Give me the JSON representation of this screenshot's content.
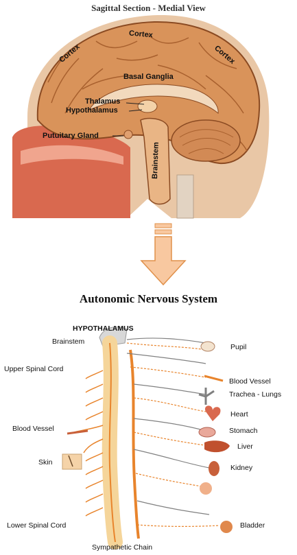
{
  "top_title": "Sagittal Section - Medial View",
  "brain_labels": {
    "cortex_left": "Cortex",
    "cortex_top": "Cortex",
    "cortex_right": "Cortex",
    "basal_ganglia": "Basal Ganglia",
    "thalamus": "Thalamus",
    "hypothalamus": "Hypothalamus",
    "pituitary": "Putuitary Gland",
    "brainstem": "Brainstem"
  },
  "section_title": "Autonomic Nervous System",
  "ans_labels": {
    "hypothalamus": "HYPOTHALAMUS",
    "brainstem": "Brainstem",
    "upper_spinal_cord": "Upper Spinal Cord",
    "blood_vessel_left": "Blood Vessel",
    "skin": "Skin",
    "lower_spinal_cord": "Lower Spinal Cord",
    "sympathetic_chain": "Sympathetic Chain",
    "pupil": "Pupil",
    "blood_vessel_right": "Blood Vessel",
    "trachea_lungs": "Trachea - Lungs",
    "heart": "Heart",
    "stomach": "Stomach",
    "liver": "Liver",
    "kidney": "Kidney",
    "bladder": "Bladder"
  },
  "colors": {
    "arrow_fill": "#f8c8a0",
    "arrow_stroke": "#e0904a",
    "brain_tissue": "#d9935a",
    "brain_shadow": "#a8602e",
    "nerve_orange": "#e8842c",
    "nerve_gray": "#808080"
  }
}
